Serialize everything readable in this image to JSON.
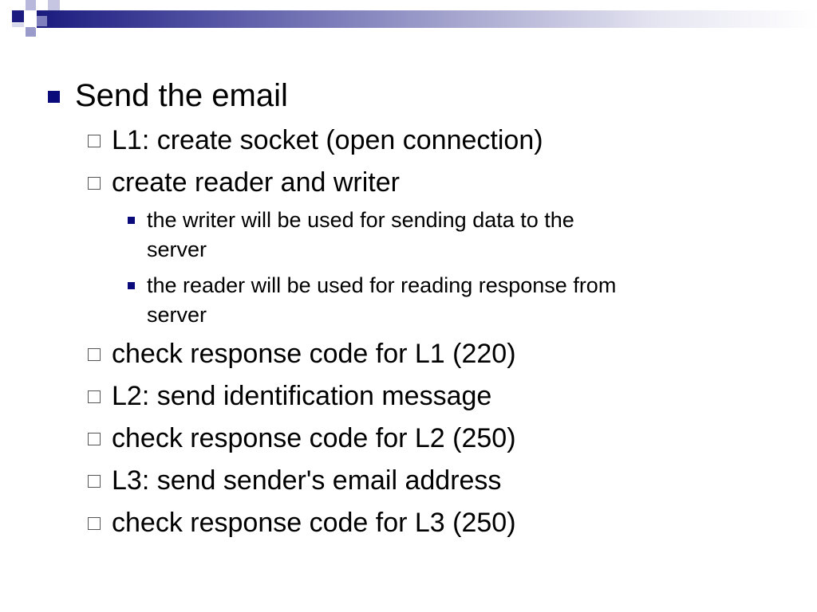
{
  "slide": {
    "bullets": [
      {
        "level": 1,
        "text": "Send the email"
      },
      {
        "level": 2,
        "text": "L1: create socket (open connection)"
      },
      {
        "level": 2,
        "text": "create reader and writer"
      },
      {
        "level": 3,
        "lines": [
          "the writer will be used for sending data to the",
          "server"
        ]
      },
      {
        "level": 3,
        "lines": [
          "the reader will be used for reading response from",
          "server"
        ]
      },
      {
        "level": 2,
        "text": "check response code for L1 (220)"
      },
      {
        "level": 2,
        "text": "L2: send identification message"
      },
      {
        "level": 2,
        "text": "check response code for L2 (250)"
      },
      {
        "level": 2,
        "text": "L3: send sender's email address"
      },
      {
        "level": 2,
        "text": "check response code for L3 (250)"
      }
    ]
  },
  "theme": {
    "accent": "#0a0a7a",
    "header_gradient_start": "#1a1a7e",
    "header_gradient_end": "#ffffff"
  }
}
